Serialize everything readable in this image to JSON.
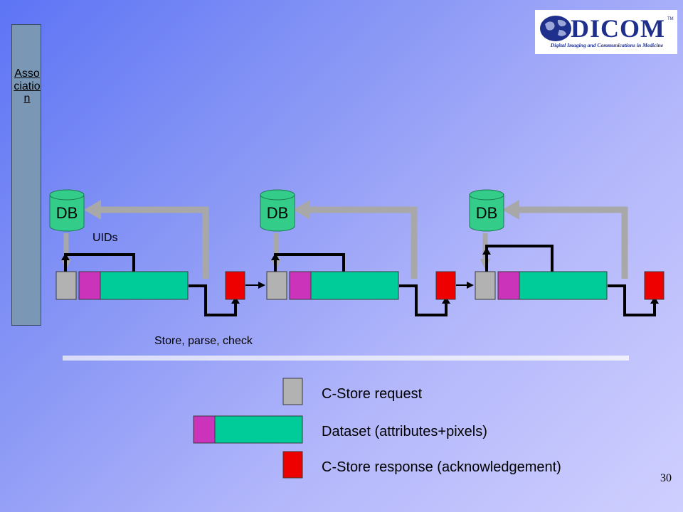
{
  "logo": {
    "wordmark": "DICOM",
    "trademark": "TM",
    "tagline": "Digital Imaging and Communications in Medicine"
  },
  "association_label": "Association",
  "db_label": "DB",
  "uids_label": "UIDs",
  "process_label": "Store, parse, check",
  "legend": {
    "request": "C-Store request",
    "dataset": "Dataset (attributes+pixels)",
    "response": "C-Store response (acknowledgement)"
  },
  "colors": {
    "request": "#b2b2b2",
    "header": "#cc33bb",
    "pixels": "#00cc99",
    "response": "#ee0000",
    "db": "#33cc88",
    "gray_arrow": "#a8a8a8"
  },
  "page_number": "30"
}
